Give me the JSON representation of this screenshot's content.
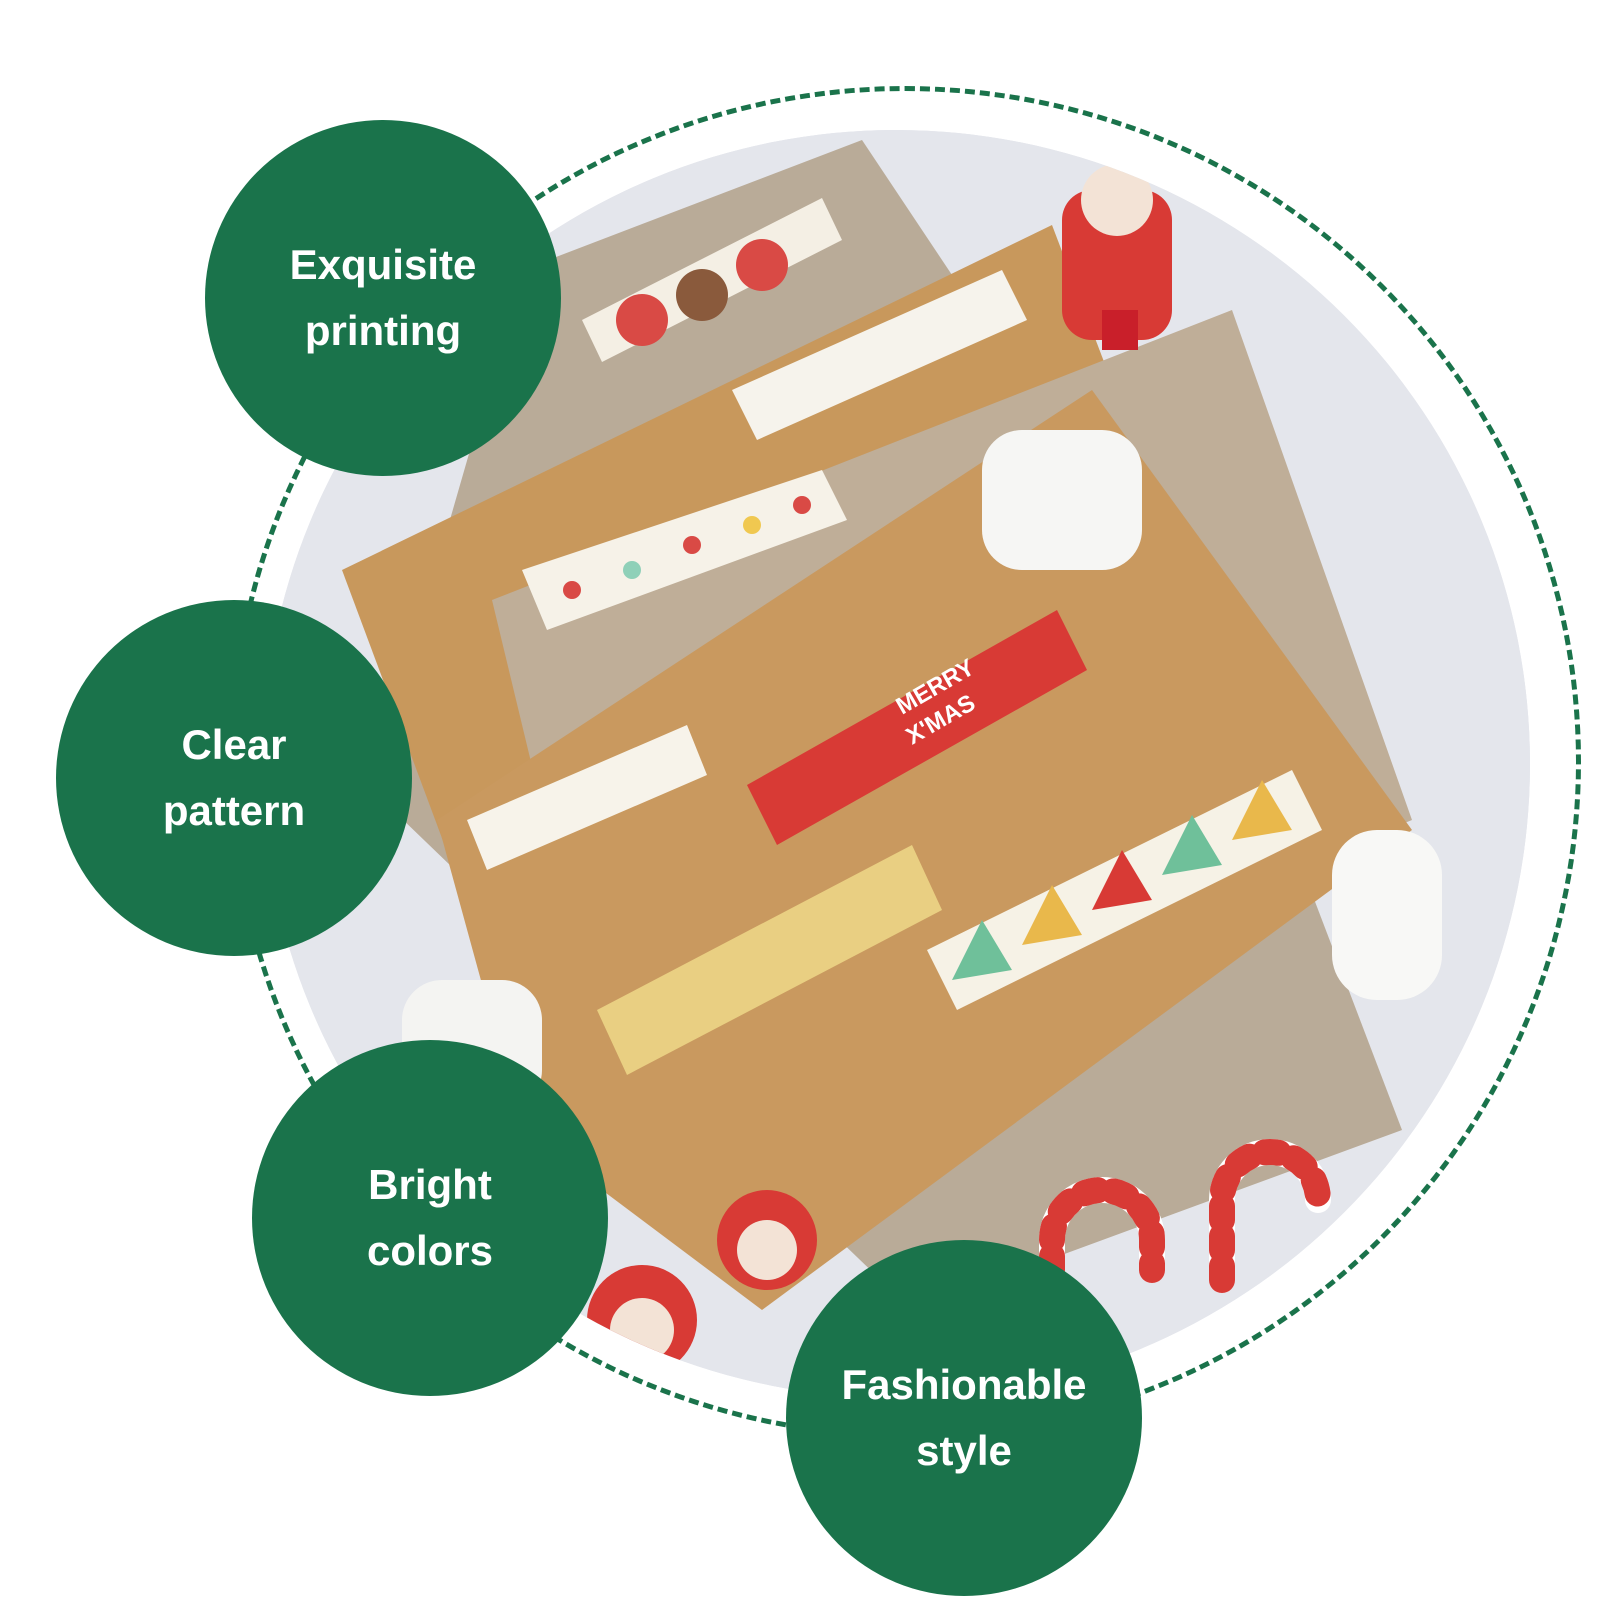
{
  "colors": {
    "badge_green": "#1a734b",
    "ring_dash": "#1a734b",
    "kraft": "#c9995f",
    "kraft_grey": "#b9ab98",
    "table": "#e4e6ec",
    "tape_red": "#d83a35"
  },
  "badges": [
    {
      "line1": "Exquisite",
      "line2": "printing"
    },
    {
      "line1": "Clear",
      "line2": "pattern"
    },
    {
      "line1": "Bright",
      "line2": "colors"
    },
    {
      "line1": "Fashionable",
      "line2": "style"
    }
  ],
  "photo": {
    "subject_icons": [
      "envelope-icon",
      "washi-tape-icon",
      "marshmallow-icon",
      "candy-cane-icon",
      "santa-figure-icon"
    ],
    "tape_text": {
      "line1": "MERRY",
      "line2": "X'MAS"
    }
  }
}
